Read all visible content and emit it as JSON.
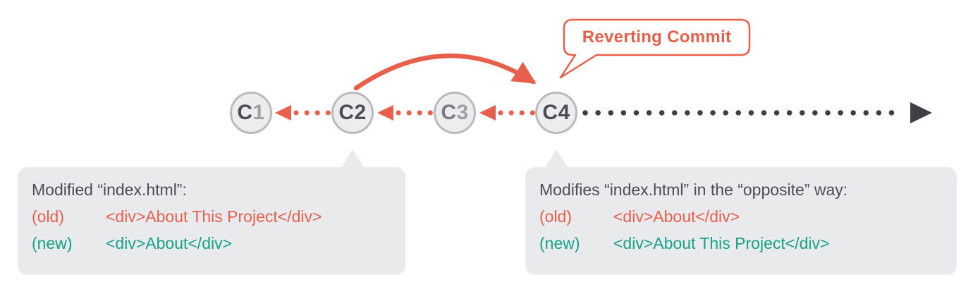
{
  "diagram": {
    "callout": {
      "label": "Reverting Commit"
    },
    "commits": [
      {
        "letter": "C",
        "number": "1"
      },
      {
        "letter": "C",
        "number": "2"
      },
      {
        "letter": "C",
        "number": "3"
      },
      {
        "letter": "C",
        "number": "4"
      }
    ],
    "left_note": {
      "title": "Modified “index.html”:",
      "old_label": "(old)",
      "old_code": "<div>About This Project</div>",
      "new_label": "(new)",
      "new_code": "<div>About</div>"
    },
    "right_note": {
      "title": "Modifies “index.html” in the “opposite” way:",
      "old_label": "(old)",
      "old_code": "<div>About</div>",
      "new_label": "(new)",
      "new_code": "<div>About This Project</div>"
    },
    "colors": {
      "accent_red": "#e8604c",
      "accent_green": "#17a287",
      "node_fill": "#ededf0",
      "node_border": "#b9bac0",
      "note_background": "#e9eaed",
      "text_dark": "#4d4d55",
      "timeline_dark": "#3f4045"
    }
  }
}
